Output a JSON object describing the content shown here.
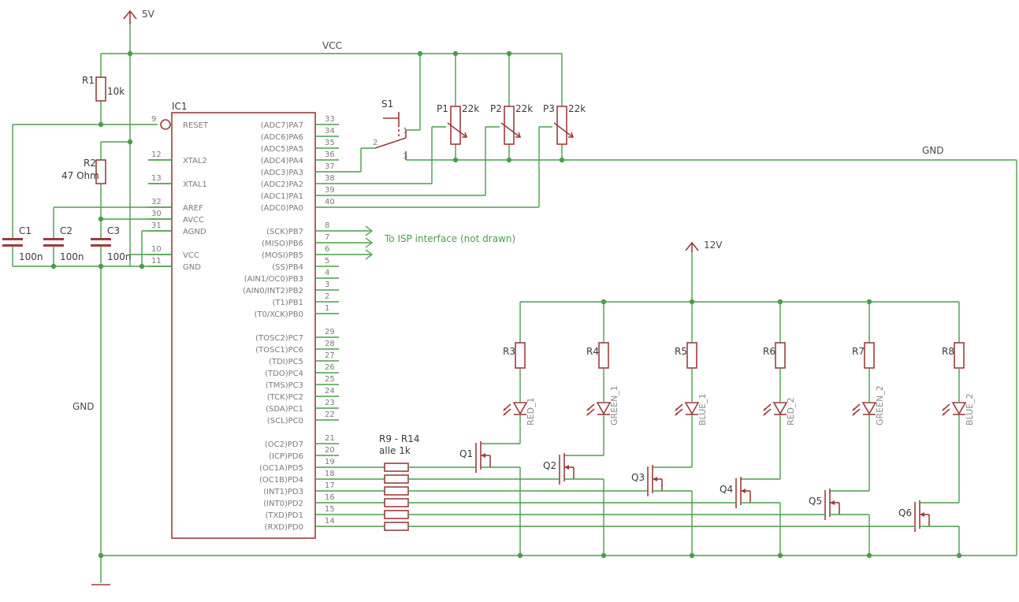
{
  "nets": {
    "v5": "5V",
    "vcc": "VCC",
    "gnd_top": "GND",
    "gnd_left": "GND",
    "v12": "12V"
  },
  "ic": {
    "name": "IC1",
    "left_pins": [
      {
        "num": "9",
        "name": "RESET"
      },
      {
        "num": "12",
        "name": "XTAL2"
      },
      {
        "num": "13",
        "name": "XTAL1"
      },
      {
        "num": "32",
        "name": "AREF"
      },
      {
        "num": "30",
        "name": "AVCC"
      },
      {
        "num": "31",
        "name": "AGND"
      },
      {
        "num": "10",
        "name": "VCC"
      },
      {
        "num": "11",
        "name": "GND"
      }
    ],
    "right_pins": [
      {
        "num": "33",
        "name": "(ADC7)PA7"
      },
      {
        "num": "34",
        "name": "(ADC6)PA6"
      },
      {
        "num": "35",
        "name": "(ADC5)PA5"
      },
      {
        "num": "36",
        "name": "(ADC4)PA4"
      },
      {
        "num": "37",
        "name": "(ADC3)PA3"
      },
      {
        "num": "38",
        "name": "(ADC2)PA2"
      },
      {
        "num": "39",
        "name": "(ADC1)PA1"
      },
      {
        "num": "40",
        "name": "(ADC0)PA0"
      },
      {
        "num": "8",
        "name": "(SCK)PB7"
      },
      {
        "num": "7",
        "name": "(MISO)PB6"
      },
      {
        "num": "6",
        "name": "(MOSI)PB5"
      },
      {
        "num": "5",
        "name": "(SS)PB4"
      },
      {
        "num": "4",
        "name": "(AIN1/OC0)PB3"
      },
      {
        "num": "3",
        "name": "(AIN0/INT2)PB2"
      },
      {
        "num": "2",
        "name": "(T1)PB1"
      },
      {
        "num": "1",
        "name": "(T0/XCK)PB0"
      },
      {
        "num": "29",
        "name": "(TOSC2)PC7"
      },
      {
        "num": "28",
        "name": "(TOSC1)PC6"
      },
      {
        "num": "27",
        "name": "(TDI)PC5"
      },
      {
        "num": "26",
        "name": "(TDO)PC4"
      },
      {
        "num": "25",
        "name": "(TMS)PC3"
      },
      {
        "num": "24",
        "name": "(TCK)PC2"
      },
      {
        "num": "23",
        "name": "(SDA)PC1"
      },
      {
        "num": "22",
        "name": "(SCL)PC0"
      },
      {
        "num": "21",
        "name": "(OC2)PD7"
      },
      {
        "num": "20",
        "name": "(ICP)PD6"
      },
      {
        "num": "19",
        "name": "(OC1A)PD5"
      },
      {
        "num": "18",
        "name": "(OC1B)PD4"
      },
      {
        "num": "17",
        "name": "(INT1)PD3"
      },
      {
        "num": "16",
        "name": "(INT0)PD2"
      },
      {
        "num": "15",
        "name": "(TXD)PD1"
      },
      {
        "num": "14",
        "name": "(RXD)PD0"
      }
    ]
  },
  "r1": {
    "name": "R1",
    "value": "10k"
  },
  "r2": {
    "name": "R2",
    "value": "47 Ohm"
  },
  "caps": [
    {
      "name": "C1",
      "value": "100n"
    },
    {
      "name": "C2",
      "value": "100n"
    },
    {
      "name": "C3",
      "value": "100n"
    }
  ],
  "switch": {
    "name": "S1",
    "pin1": "1",
    "pin2": "2",
    "pin3": "3"
  },
  "pots": [
    {
      "name": "P1",
      "value": "22k"
    },
    {
      "name": "P2",
      "value": "22k"
    },
    {
      "name": "P3",
      "value": "22k"
    }
  ],
  "isp_note": "To ISP interface (not drawn)",
  "rbank": {
    "name": "R9 - R14",
    "value": "alle 1k"
  },
  "channels": [
    {
      "resistor": "R3",
      "led": "RED_1",
      "fet": "Q1"
    },
    {
      "resistor": "R4",
      "led": "GREEN_1",
      "fet": "Q2"
    },
    {
      "resistor": "R5",
      "led": "BLUE_1",
      "fet": "Q3"
    },
    {
      "resistor": "R6",
      "led": "RED_2",
      "fet": "Q4"
    },
    {
      "resistor": "R7",
      "led": "GREEN_2",
      "fet": "Q5"
    },
    {
      "resistor": "R8",
      "led": "BLUE_2",
      "fet": "Q6"
    }
  ],
  "colors": {
    "wire": "#4a9e4a",
    "part": "#9b3d3d"
  }
}
